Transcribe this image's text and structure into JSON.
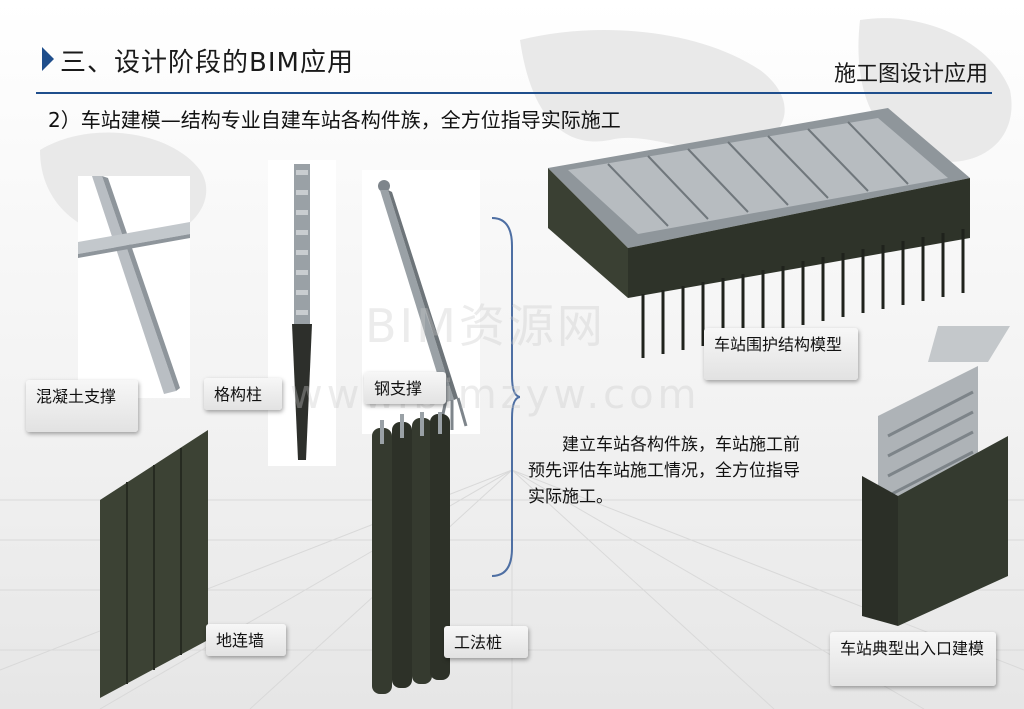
{
  "header": {
    "title": "三、设计阶段的BIM应用",
    "section": "施工图设计应用",
    "subtitle": "2）车站建模—结构专业自建车站各构件族，全方位指导实际施工"
  },
  "captions": {
    "concrete_support": "混凝土支撑",
    "lattice_column": "格构柱",
    "steel_support": "钢支撑",
    "diaphragm_wall": "地连墙",
    "method_pile": "工法桩",
    "station_envelope": "车站围护结构模型",
    "station_entrance": "车站典型出入口建模"
  },
  "description": "建立车站各构件族，车站施工前预先评估车站施工情况，全方位指导实际施工。",
  "watermark": {
    "line1": "BIM资源网",
    "line2": "www.bimzyw.com"
  },
  "colors": {
    "accent": "#1f4e8c",
    "caption_bg": "#e6e6e6"
  }
}
